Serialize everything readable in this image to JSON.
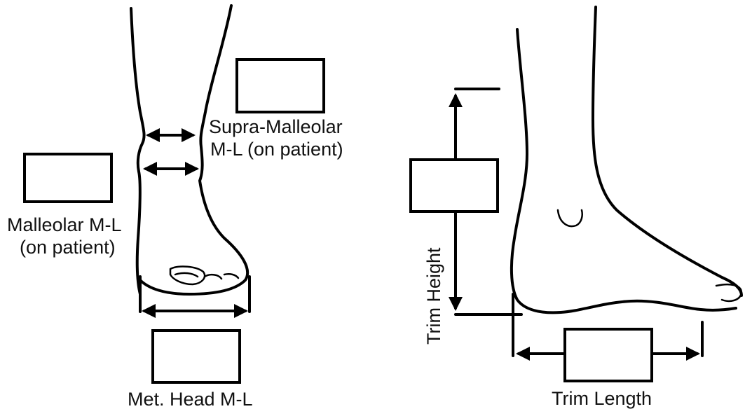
{
  "labels": {
    "supra_malleolar_line1": "Supra-Malleolar",
    "supra_malleolar_line2": "M-L (on patient)",
    "malleolar_line1": "Malleolar M-L",
    "malleolar_line2": "(on patient)",
    "met_head": "Met. Head M-L",
    "trim_height": "Trim Height",
    "trim_length": "Trim Length"
  },
  "colors": {
    "ink": "#000000",
    "background": "#ffffff"
  }
}
